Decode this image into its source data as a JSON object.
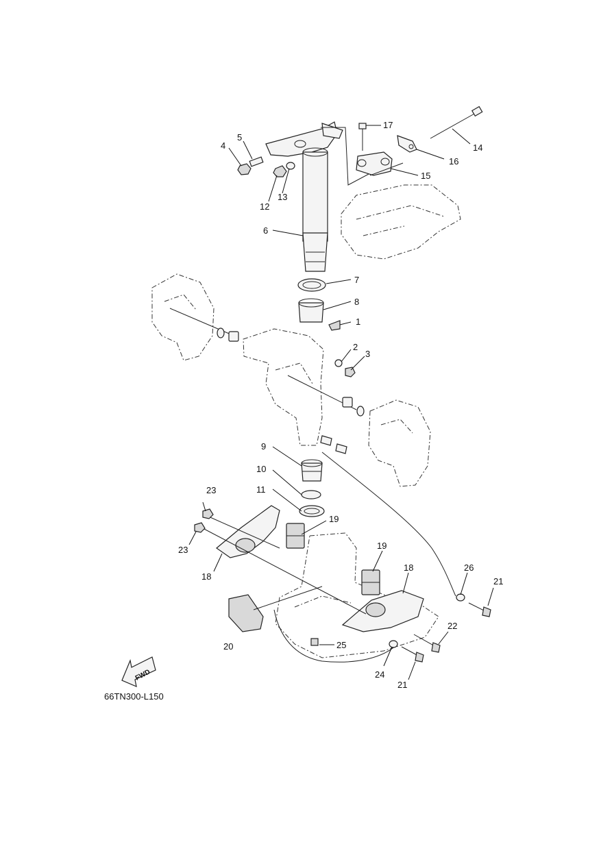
{
  "diagram": {
    "drawing_code": "66TN300-L150",
    "fwd_label": "FWD",
    "callouts": [
      "1",
      "2",
      "3",
      "4",
      "5",
      "6",
      "7",
      "8",
      "9",
      "10",
      "11",
      "12",
      "13",
      "14",
      "15",
      "16",
      "17",
      "18",
      "18",
      "19",
      "19",
      "20",
      "21",
      "21",
      "22",
      "23",
      "23",
      "24",
      "25",
      "26"
    ]
  },
  "colors": {
    "line": "#222222",
    "fill": "#f4f4f4",
    "background": "#ffffff"
  }
}
